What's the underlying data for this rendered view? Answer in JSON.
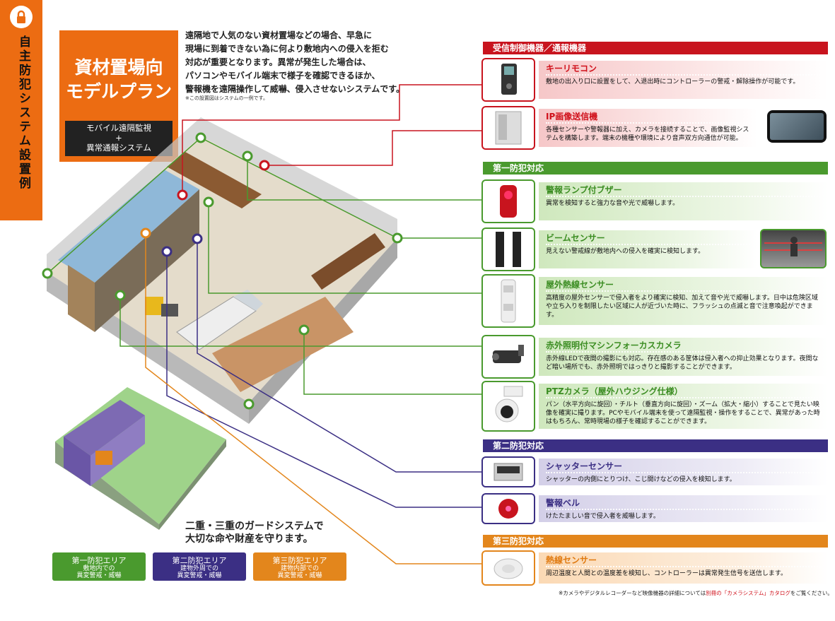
{
  "sidebar": {
    "label": "自主防犯システム設置例"
  },
  "title": {
    "line1": "資材置場向",
    "line2": "モデルプラン",
    "sub1": "モバイル遠隔監視",
    "sub2": "+",
    "sub3": "異常通報システム"
  },
  "intro": {
    "lines": [
      "遠隔地で人気のない資材置場などの場合、早急に",
      "現場に到着できない為に何より敷地内への侵入を拒む",
      "対応が重要となります。異常が発生した場合は、",
      "パソコンやモバイル端末で様子を確認できるほか、",
      "警報機を遠隔操作して威嚇、侵入させないシステムです。"
    ],
    "note": "※この設置図はシステムの一例です。"
  },
  "categories": {
    "receiver": "受信制御機器／通報機器",
    "first": "第一防犯対応",
    "second": "第二防犯対応",
    "third": "第三防犯対応"
  },
  "devices": {
    "key_remote": {
      "name": "キーリモコン",
      "desc": "敷地の出入り口に設置をして、入退出時にコントローラーの警戒・解除操作が可能です。"
    },
    "ip_sender": {
      "name": "IP画像送信機",
      "desc": "各種センサーや警報器に加え、カメラを接続することで、画像監視システムを構築します。端末の機種や環境により音声双方向通信が可能。"
    },
    "alarm_lamp": {
      "name": "警報ランプ付ブザー",
      "desc": "異常を検知すると強力な音や光で威嚇します。"
    },
    "beam_sensor": {
      "name": "ビームセンサー",
      "desc": "見えない警戒線が敷地内への侵入を確実に検知します。"
    },
    "outdoor_ir": {
      "name": "屋外熱線センサー",
      "desc": "高精度の屋外センサーで侵入者をより確実に検知、加えて音や光で威嚇します。日中は危険区域や立ち入りを制限したい区域に人が近づいた時に、フラッシュの点滅と音で注意喚起ができます。"
    },
    "ir_camera": {
      "name": "赤外照明付マシンフォーカスカメラ",
      "desc": "赤外線LEDで夜間の撮影にも対応。存在感のある筐体は侵入者への抑止効果となります。夜間など暗い場所でも、赤外照明ではっきりと撮影することができます。"
    },
    "ptz_camera": {
      "name": "PTZカメラ（屋外ハウジング仕様）",
      "desc": "パン（水平方向に旋回）・チルト（垂直方向に旋回）・ズーム（拡大・縮小）することで見たい映像を確実に撮ります。PCやモバイル端末を使って遠隔監視・操作をすることで、異常があった時はもちろん、常時現場の様子を確認することができます。"
    },
    "shutter_sensor": {
      "name": "シャッターセンサー",
      "desc": "シャッターの内側にとりつけ、こじ開けなどの侵入を検知します。"
    },
    "alarm_bell": {
      "name": "警報ベル",
      "desc": "けたたましい音で侵入者を威嚇します。"
    },
    "heat_sensor": {
      "name": "熱線センサー",
      "desc": "周辺温度と人間との温度差を検知し、コントローラーは異常発生信号を送信します。"
    }
  },
  "guard": {
    "line1": "二重・三重のガードシステムで",
    "line2": "大切な命や財産を守ります。"
  },
  "legend": [
    {
      "title": "第一防犯エリア",
      "l1": "敷地内での",
      "l2": "異変警戒・威嚇"
    },
    {
      "title": "第二防犯エリア",
      "l1": "建物外周での",
      "l2": "異変警戒・威嚇"
    },
    {
      "title": "第三防犯エリア",
      "l1": "建物内部での",
      "l2": "異変警戒・威嚇"
    }
  ],
  "footnote": {
    "pre": "※カメラやデジタルレコーダーなど映像機器の詳細については",
    "hl": "別冊の「カメラシステム」カタログ",
    "post": "をご覧ください。"
  },
  "colors": {
    "orange": "#ec6c12",
    "red": "#c8141e",
    "green": "#4a9a2e",
    "purple": "#3b2f84",
    "amber": "#e3861c"
  }
}
